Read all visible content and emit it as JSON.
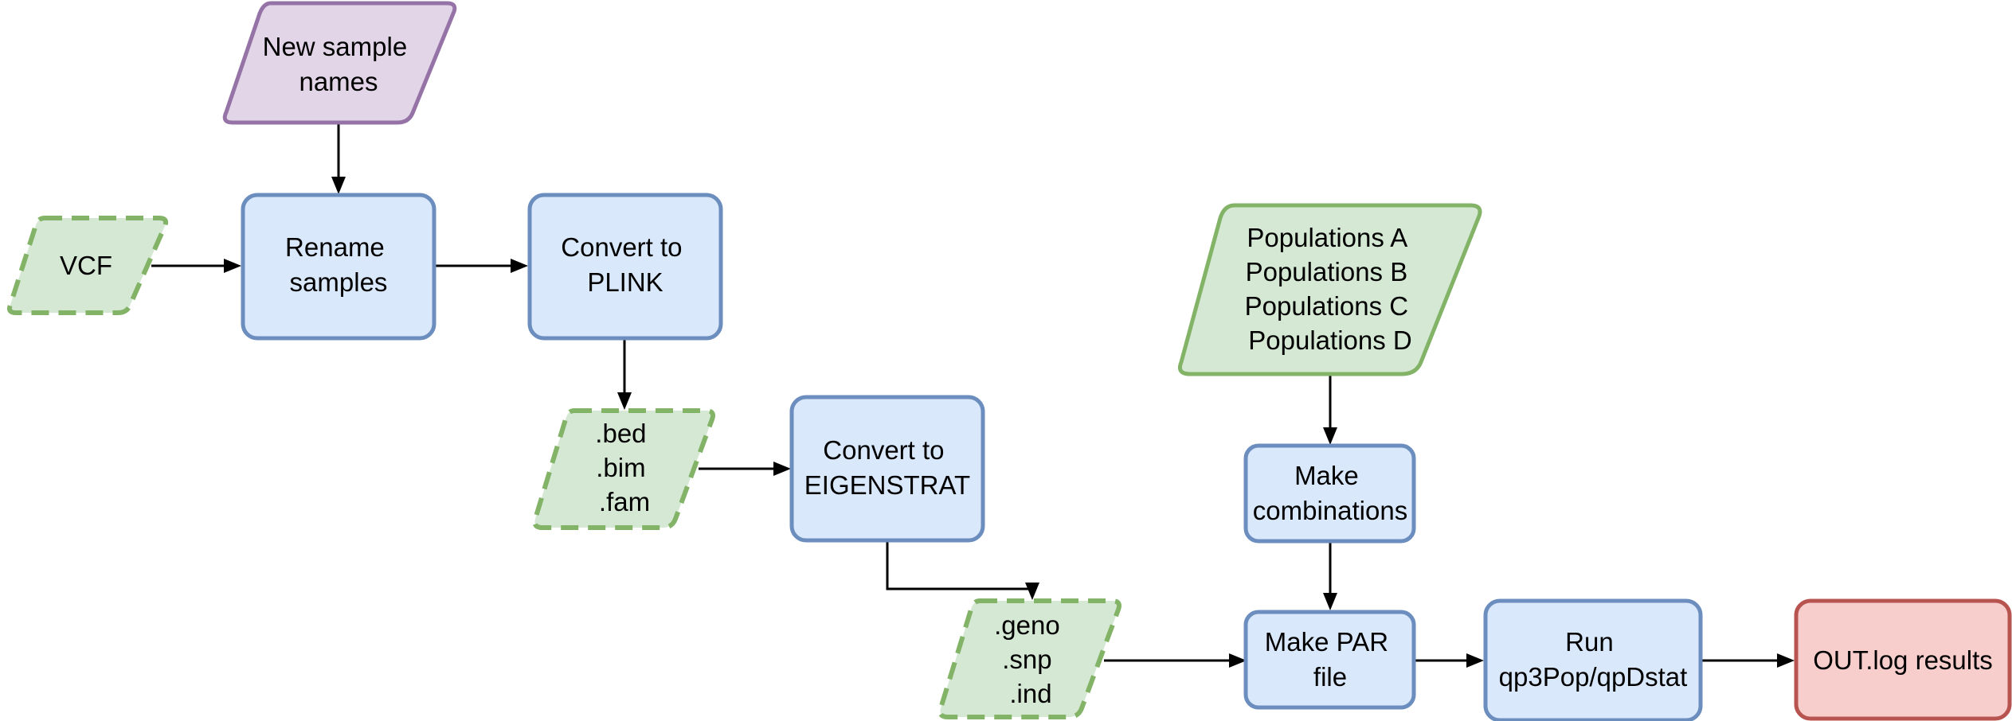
{
  "nodes": {
    "new_sample_names": [
      "New sample",
      "names"
    ],
    "vcf": [
      "VCF"
    ],
    "rename_samples": [
      "Rename",
      "samples"
    ],
    "convert_plink": [
      "Convert to",
      "PLINK"
    ],
    "plink_files": [
      ".bed",
      ".bim",
      ".fam"
    ],
    "convert_eigenstrat": [
      "Convert to",
      "EIGENSTRAT"
    ],
    "eigenstrat_files": [
      ".geno",
      ".snp",
      ".ind"
    ],
    "populations": [
      "Populations A",
      "Populations B",
      "Populations C",
      "Populations D"
    ],
    "make_combinations": [
      "Make",
      "combinations"
    ],
    "make_par_file": [
      "Make PAR",
      "file"
    ],
    "run_qp": [
      "Run",
      "qp3Pop/qpDstat"
    ],
    "out_log": [
      "OUT.log results"
    ]
  },
  "colors": {
    "process_fill": "#dae8fc",
    "process_stroke": "#6c8ebf",
    "data_fill": "#d5e8d4",
    "data_stroke": "#82b366",
    "input_fill": "#e1d5e7",
    "input_stroke": "#9673a6",
    "output_fill": "#f8cecc",
    "output_stroke": "#b85450"
  }
}
